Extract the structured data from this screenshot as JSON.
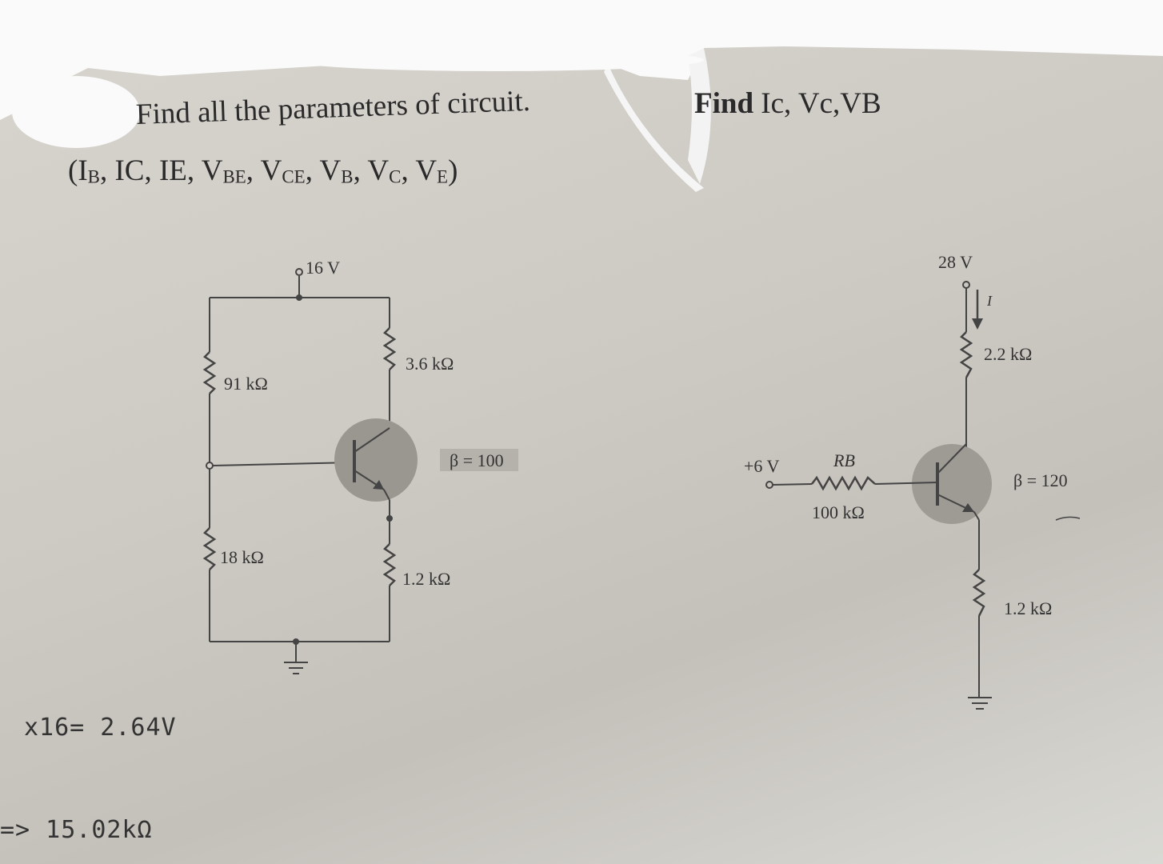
{
  "problem1": {
    "title": "Find all the parameters of circuit.",
    "params_open": "(I",
    "params": [
      {
        "main": "I",
        "sub": "B"
      },
      {
        "main": "IC",
        "sub": ""
      },
      {
        "main": "IE",
        "sub": ""
      },
      {
        "main": "V",
        "sub": "BE"
      },
      {
        "main": "V",
        "sub": "CE"
      },
      {
        "main": "V",
        "sub": "B"
      },
      {
        "main": "V",
        "sub": "C"
      },
      {
        "main": "V",
        "sub": "E"
      }
    ],
    "circuit": {
      "supply": "16 V",
      "r1": "91 kΩ",
      "r2": "18 kΩ",
      "rc": "3.6 kΩ",
      "re": "1.2 kΩ",
      "beta": "β = 100"
    }
  },
  "problem2": {
    "title_bold": "Find",
    "title_rest": "Ic, Vc,VB",
    "circuit": {
      "supply": "28 V",
      "current_label": "I",
      "rc": "2.2 kΩ",
      "vin": "+6 V",
      "rb_name": "RB",
      "rb_value": "100 kΩ",
      "beta": "β = 120",
      "re": "1.2 kΩ"
    }
  },
  "handwriting": {
    "line1": "x16= 2.64V",
    "line2": "=> 15.02kΩ"
  }
}
